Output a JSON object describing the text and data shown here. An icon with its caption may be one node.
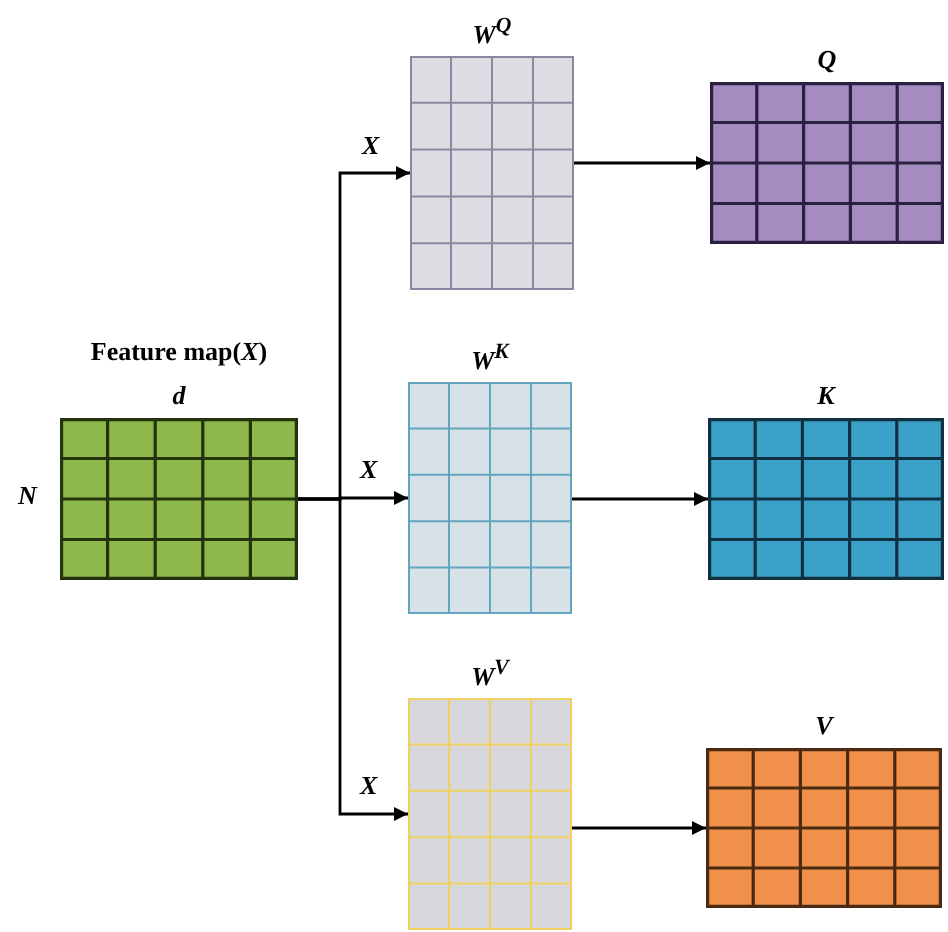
{
  "diagram": {
    "nodes": [
      {
        "text": [
          "Feature map(*X*)",
          "d"
        ],
        "beside": [
          "N"
        ]
      },
      {
        "text": [
          "W$^{Q}$"
        ]
      },
      {
        "text": [
          "W$^{K}$"
        ]
      },
      {
        "text": [
          "W$^{V}$"
        ]
      },
      {
        "text": [
          "Q"
        ]
      },
      {
        "text": [
          "K"
        ]
      },
      {
        "text": [
          "V"
        ]
      }
    ],
    "edges": [
      {
        "from": 0,
        "to": 1,
        "arrow": "to",
        "label": "X"
      },
      {
        "from": 0,
        "to": 2,
        "arrow": "to",
        "label": "X"
      },
      {
        "from": 0,
        "to": 3,
        "arrow": "to",
        "label": "X"
      },
      {
        "from": 1,
        "to": 4,
        "arrow": "to"
      },
      {
        "from": 2,
        "to": 5,
        "arrow": "to"
      },
      {
        "from": 3,
        "to": 6,
        "arrow": "to"
      }
    ]
  }
}
